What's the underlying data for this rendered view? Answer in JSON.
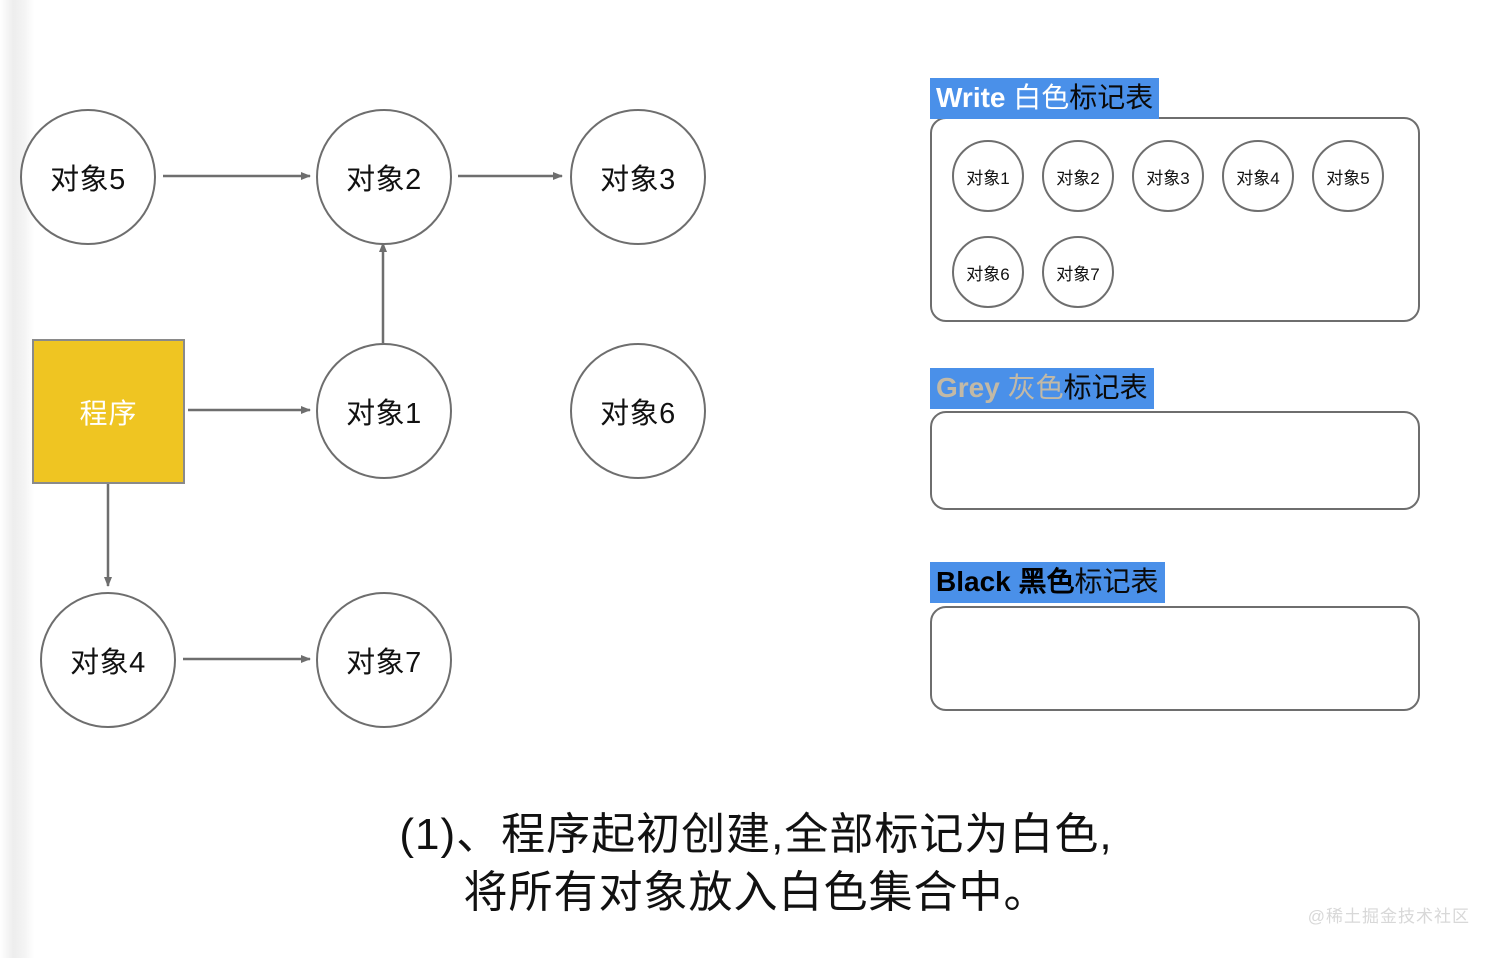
{
  "graph": {
    "program": {
      "label": "程序"
    },
    "nodes": [
      {
        "id": "obj5",
        "label": "对象5"
      },
      {
        "id": "obj2",
        "label": "对象2"
      },
      {
        "id": "obj3",
        "label": "对象3"
      },
      {
        "id": "obj1",
        "label": "对象1"
      },
      {
        "id": "obj6",
        "label": "对象6"
      },
      {
        "id": "obj4",
        "label": "对象4"
      },
      {
        "id": "obj7",
        "label": "对象7"
      }
    ],
    "edges": [
      {
        "from": "obj5",
        "to": "obj2"
      },
      {
        "from": "obj2",
        "to": "obj3"
      },
      {
        "from": "obj1",
        "to": "obj2"
      },
      {
        "from": "program",
        "to": "obj1"
      },
      {
        "from": "program",
        "to": "obj4"
      },
      {
        "from": "obj4",
        "to": "obj7"
      }
    ]
  },
  "mark_tables": [
    {
      "id": "white",
      "title_en": "Write",
      "title_cn_color": " 白色",
      "title_cn_rest": "标记表",
      "items": [
        "对象1",
        "对象2",
        "对象3",
        "对象4",
        "对象5",
        "对象6",
        "对象7"
      ]
    },
    {
      "id": "grey",
      "title_en": "Grey",
      "title_cn_color": " 灰色",
      "title_cn_rest": "标记表",
      "items": []
    },
    {
      "id": "black",
      "title_en": "Black",
      "title_cn_color": " 黑色",
      "title_cn_rest": "标记表",
      "items": []
    }
  ],
  "caption": {
    "line1": "(1)、程序起初创建,全部标记为白色,",
    "line2": "将所有对象放入白色集合中。"
  },
  "watermark": "@稀土掘金技术社区",
  "colors": {
    "highlight_blue": "#4A90E9",
    "program_yellow": "#EFC522",
    "stroke_grey": "#6e6e6e",
    "grey_text": "#c2b9a6"
  }
}
